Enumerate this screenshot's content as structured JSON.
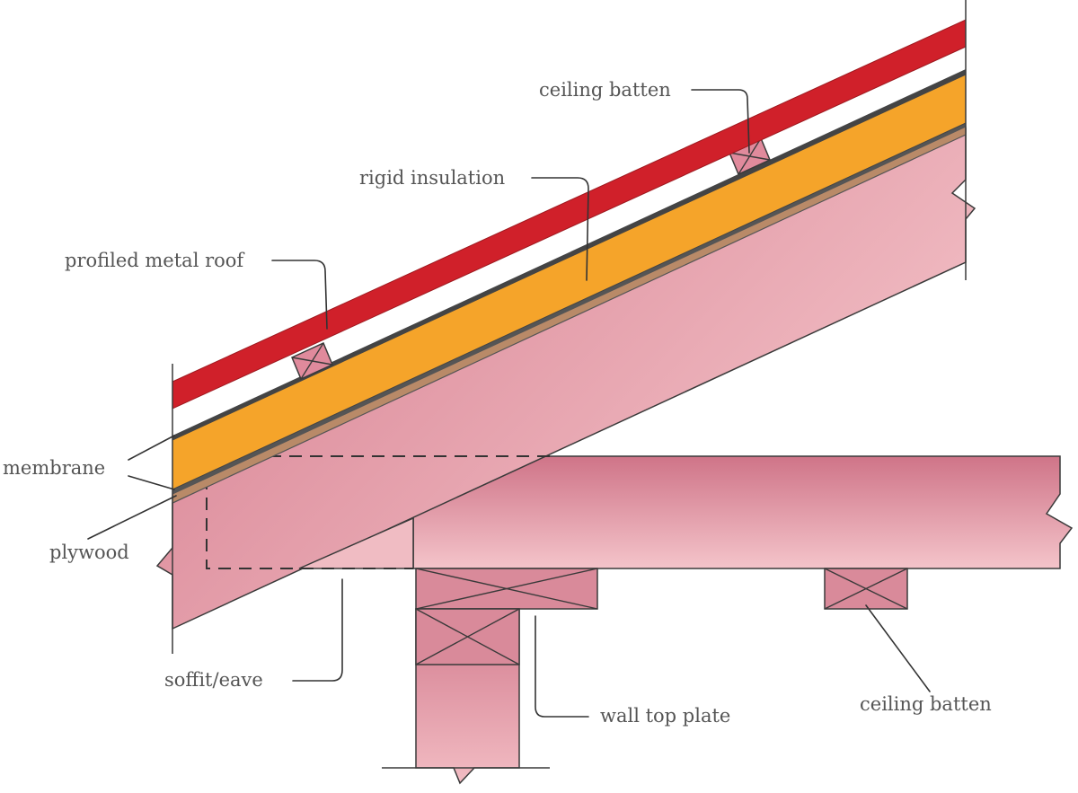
{
  "labels": {
    "ceiling_batten_top": "ceiling batten",
    "rigid_insulation": "rigid insulation",
    "profiled_metal_roof": "profiled metal roof",
    "membrane": "membrane",
    "plywood": "plywood",
    "soffit_eave": "soffit/eave",
    "wall_top_plate": "wall top plate",
    "ceiling_batten_bottom": "ceiling batten"
  },
  "colors": {
    "metal_roof": "#d0202a",
    "insulation": "#f5a42a",
    "membrane": "#444444",
    "plywood": "#b98a68",
    "timber": "#d98a9a",
    "timber_light": "#f0b7bf",
    "line": "#333333"
  }
}
